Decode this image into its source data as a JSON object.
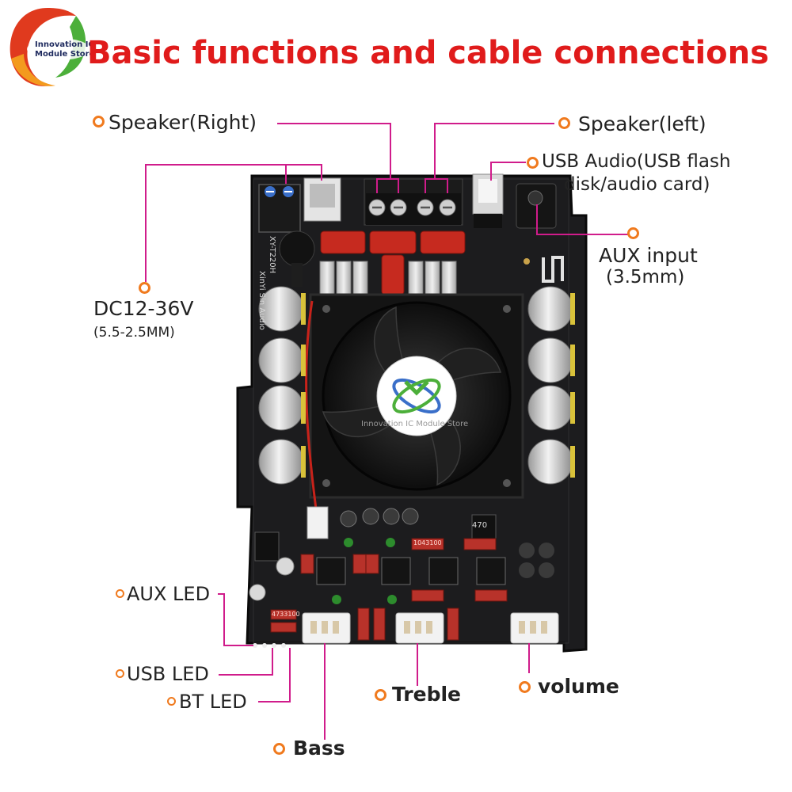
{
  "brand": {
    "name_line1": "Innovation IC",
    "name_line2": "Module Store",
    "colors": {
      "leaf_orange": "#f39a1e",
      "leaf_red": "#e03a1e",
      "leaf_green": "#4caf3a",
      "text": "#1e2a5e"
    }
  },
  "title": "Basic functions and cable connections",
  "colors": {
    "title": "#e01b1b",
    "leader_line": "#d01c8b",
    "bullet": "#f07a1e",
    "label": "#222222",
    "pcb": "#1c1c1e",
    "fan": "#161616"
  },
  "labels": {
    "speaker_right": "Speaker(Right)",
    "speaker_left": "Speaker(left)",
    "usb_audio_line1": "USB Audio(USB flash",
    "usb_audio_line2": "disk/audio card)",
    "aux_input_line1": "AUX input",
    "aux_input_line2": "(3.5mm)",
    "dc_power": "DC12-36V",
    "dc_plug": "(5.5-2.5MM)",
    "aux_led": "AUX LED",
    "usb_led": "USB LED",
    "bt_led": "BT LED",
    "bass": "Bass",
    "treble": "Treble",
    "volume": "volume"
  },
  "board": {
    "model_text": "XY-T220H",
    "maker_text": "XinYi Sin Audio",
    "fan_logo_text": "Innovation IC Module Store",
    "cap_code_a": "1043100",
    "cap_code_b": "4733100",
    "inductor_mark": "470"
  },
  "icons": [
    "leaf-logo-icon",
    "bluetooth-antenna-icon",
    "fan-logo-icon"
  ]
}
